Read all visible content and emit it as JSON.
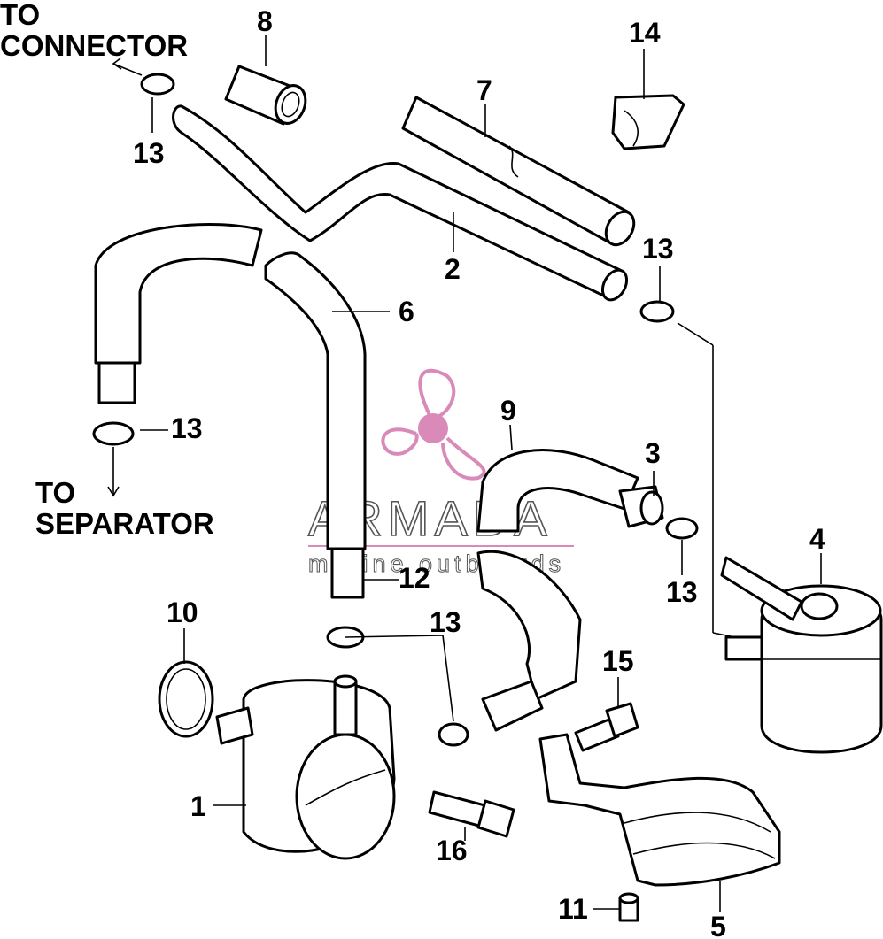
{
  "notes": {
    "to_connector_1": "TO",
    "to_connector_2": "CONNECTOR",
    "to_separator_1": "TO",
    "to_separator_2": "SEPARATOR"
  },
  "labels": {
    "p1": "1",
    "p2": "2",
    "p3": "3",
    "p4": "4",
    "p5": "5",
    "p6": "6",
    "p7": "7",
    "p8": "8",
    "p9": "9",
    "p10": "10",
    "p11": "11",
    "p12": "12",
    "p13a": "13",
    "p13b": "13",
    "p13c": "13",
    "p13d": "13",
    "p13e": "13",
    "p14": "14",
    "p15": "15",
    "p16": "16"
  },
  "watermark": {
    "title": "ARMADA",
    "subtitle": "marine outboards",
    "logo_color": "#d98ab8"
  }
}
